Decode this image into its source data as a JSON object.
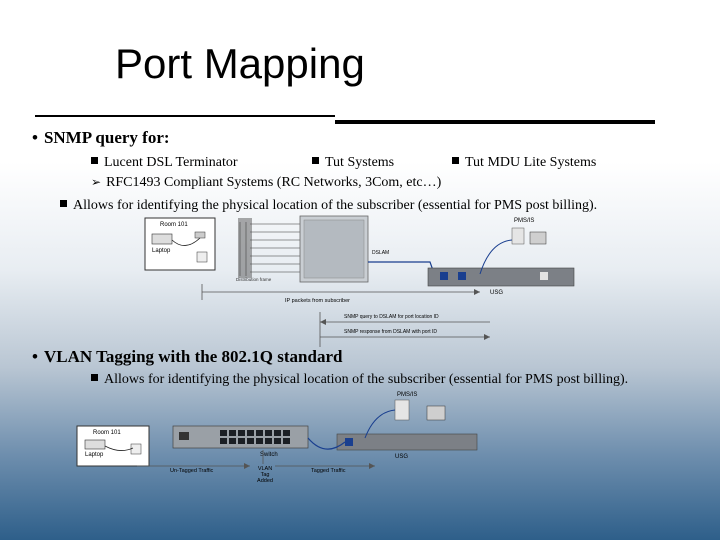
{
  "slide": {
    "title": "Port Mapping",
    "section1": {
      "bullet": "SNMP query for:",
      "items": [
        "Lucent DSL Terminator",
        "Tut Systems",
        "Tut MDU Lite Systems"
      ],
      "sub_item": "RFC1493 Compliant Systems (RC Networks, 3Com, etc…)",
      "note": "Allows for identifying the physical location of the subscriber (essential for PMS post billing)."
    },
    "section2": {
      "bullet": "VLAN Tagging with the 802.1Q standard",
      "note": "Allows for identifying the physical location of the subscriber (essential for PMS post billing)."
    }
  },
  "diagram1": {
    "room": "Room 101",
    "laptop": "Laptop",
    "pms": "PMS/IS",
    "dslam": "DSLAM",
    "usg": "USG",
    "ip_packets": "IP packets from subscriber",
    "snmp_query": "SNMP query to DSLAM for port location ID",
    "snmp_response": "SNMP response from DSLAM with port ID"
  },
  "diagram2": {
    "room": "Room 101",
    "laptop": "Laptop",
    "pms": "PMS/IS",
    "switch": "Switch",
    "usg": "USG",
    "untagged": "Un-Tagged Traffic",
    "vlan_tag": "VLAN Tag Added",
    "tagged": "Tagged Traffic"
  }
}
